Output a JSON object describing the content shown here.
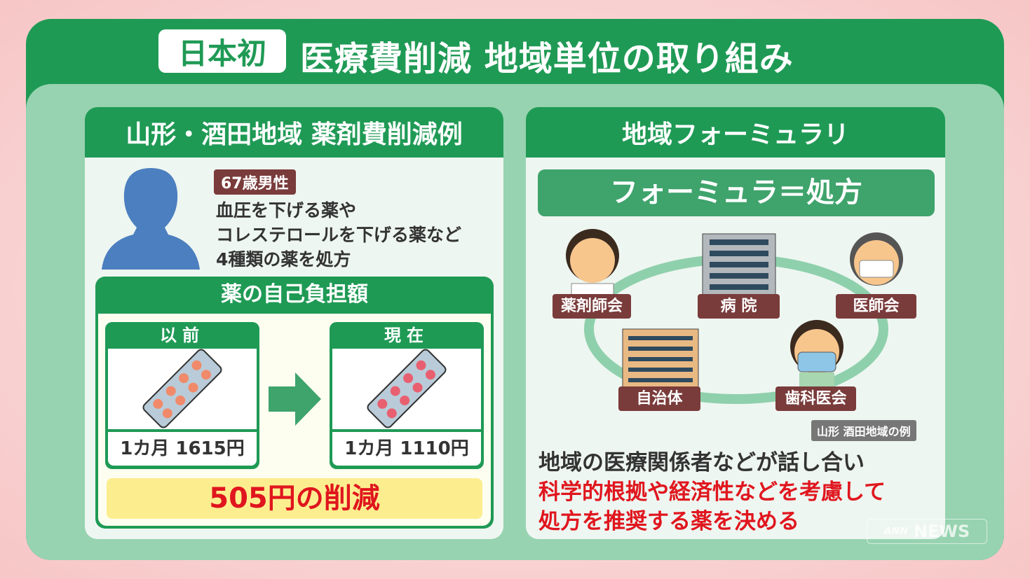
{
  "header": {
    "tag": "日本初",
    "title": "医療費削減 地域単位の取り組み"
  },
  "left": {
    "title": "山形・酒田地域 薬剤費削減例",
    "patient": {
      "badge": "67歳男性",
      "lines": [
        "血圧を下げる薬や",
        "コレステロールを下げる薬など",
        "4種類の薬を処方"
      ]
    },
    "cost": {
      "title": "薬の自己負担額",
      "before": {
        "label": "以前",
        "price": "1カ月 1615円"
      },
      "after": {
        "label": "現在",
        "price": "1カ月 1110円"
      },
      "saving": "505円の削減"
    }
  },
  "right": {
    "title": "地域フォーミュラリ",
    "definition": "フォーミュラ＝処方",
    "nodes": [
      "薬剤師会",
      "病 院",
      "医師会",
      "自治体",
      "歯科医会"
    ],
    "note": "山形 酒田地域の例",
    "conclusion": {
      "line1": "地域の医療関係者などが話し合い",
      "line2": "科学的根拠や経済性などを考慮して",
      "line3": "処方を推奨する薬を決める"
    }
  },
  "watermark": {
    "brand": "ANN",
    "name": "NEWS"
  },
  "colors": {
    "green": "#1f9a55",
    "label": "#7a3b3b",
    "red": "#e0161e"
  }
}
